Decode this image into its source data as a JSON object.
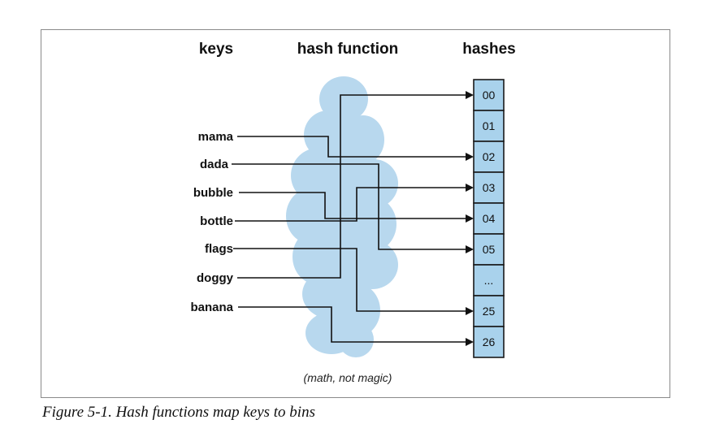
{
  "headers": {
    "keys": "keys",
    "hash_function": "hash function",
    "hashes": "hashes"
  },
  "keys": [
    "mama",
    "dada",
    "bubble",
    "bottle",
    "flags",
    "doggy",
    "banana"
  ],
  "bins": [
    "00",
    "01",
    "02",
    "03",
    "04",
    "05",
    "...",
    "25",
    "26"
  ],
  "mappings": [
    {
      "key": "doggy",
      "bin": "00"
    },
    {
      "key": "mama",
      "bin": "02"
    },
    {
      "key": "bottle",
      "bin": "03"
    },
    {
      "key": "bubble",
      "bin": "04"
    },
    {
      "key": "dada",
      "bin": "05"
    },
    {
      "key": "flags",
      "bin": "25"
    },
    {
      "key": "banana",
      "bin": "26"
    }
  ],
  "note": "(math, not magic)",
  "caption": "Figure 5-1. Hash functions map keys to bins",
  "colors": {
    "cloud": "#b8d8ee",
    "bin_fill": "#a9d2ec",
    "bin_stroke": "#1a1a1a",
    "line": "#111111"
  }
}
